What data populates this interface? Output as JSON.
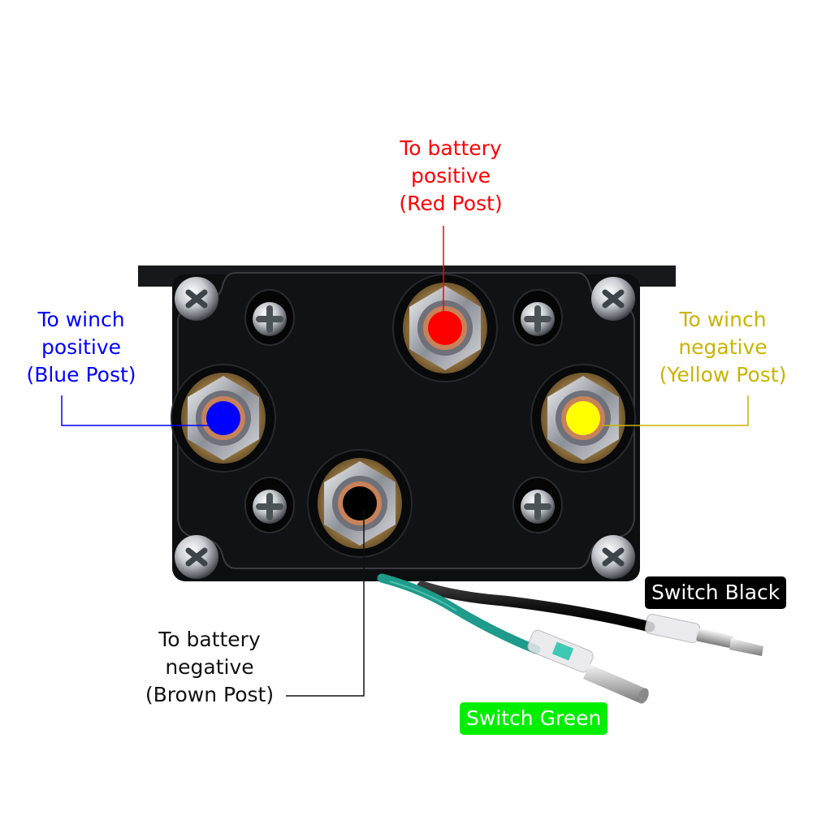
{
  "title": "Winch solenoid wiring diagram",
  "colors": {
    "red_post": "#ff0000",
    "blue_post": "#0000ff",
    "yellow_post": "#ffff00",
    "yellow_text": "#c9b400",
    "brown_post": "#000000",
    "switch_black": "#000000",
    "switch_green": "#00ee00",
    "housing": "#121316"
  },
  "labels": {
    "red": {
      "lines": [
        "To battery",
        "positive",
        "(Red Post)"
      ]
    },
    "blue": {
      "lines": [
        "To winch",
        "positive",
        "(Blue Post)"
      ]
    },
    "yellow": {
      "lines": [
        "To winch",
        "negative",
        "(Yellow Post)"
      ]
    },
    "brown": {
      "lines": [
        "To battery",
        "negative",
        "(Brown Post)"
      ]
    }
  },
  "badges": {
    "switch_black": "Switch Black",
    "switch_green": "Switch Green"
  },
  "posts": [
    {
      "name": "red",
      "icon": "terminal-post-icon"
    },
    {
      "name": "blue",
      "icon": "terminal-post-icon"
    },
    {
      "name": "yellow",
      "icon": "terminal-post-icon"
    },
    {
      "name": "brown",
      "icon": "terminal-post-icon"
    }
  ]
}
